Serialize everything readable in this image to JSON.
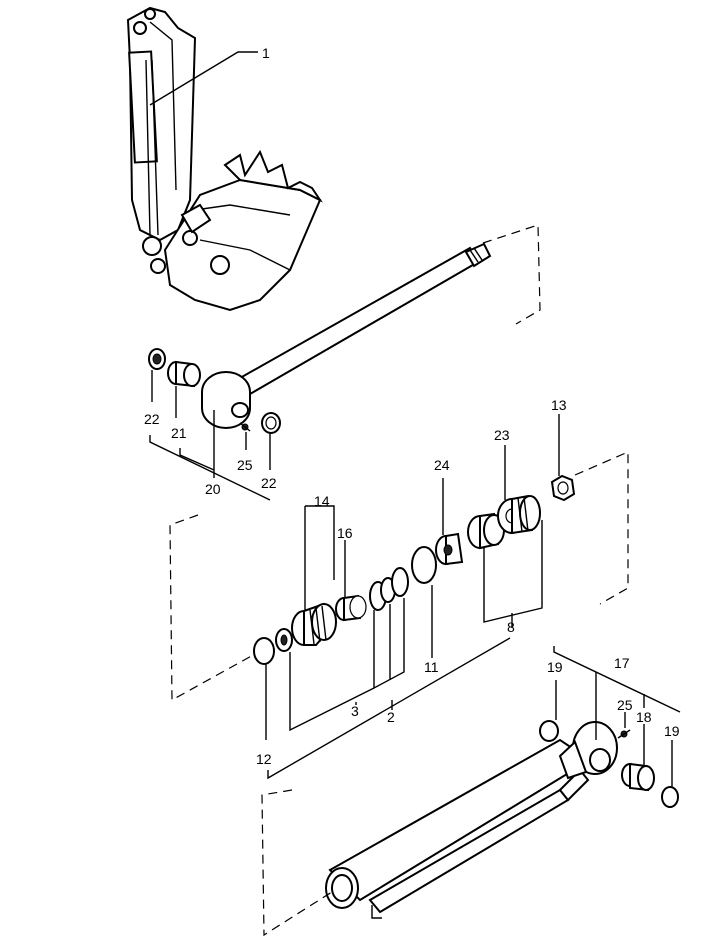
{
  "callouts": [
    "1",
    "2",
    "3",
    "8",
    "11",
    "12",
    "13",
    "14",
    "16",
    "17",
    "18",
    "19",
    "19",
    "20",
    "21",
    "22",
    "22",
    "23",
    "24",
    "25",
    "25"
  ]
}
